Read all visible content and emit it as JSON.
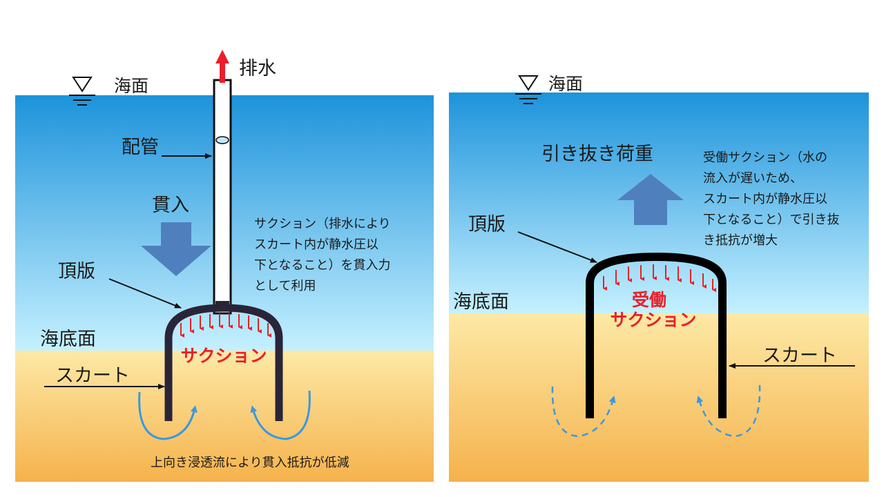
{
  "left_panel": {
    "sea_surface_label": "海面",
    "drain_label": "排水",
    "pipe_label": "配管",
    "penetration_label": "貫入",
    "top_plate_label": "頂版",
    "seabed_label": "海底面",
    "skirt_label": "スカート",
    "suction_label": "サクション",
    "note_lines": [
      "サクション（排水により",
      "スカート内が静水圧以",
      "下となること）を貫入力",
      "として利用"
    ],
    "bottom_note": "上向き浸透流により貫入抵抗が低減"
  },
  "right_panel": {
    "sea_surface_label": "海面",
    "pullout_label": "引き抜き荷重",
    "top_plate_label": "頂版",
    "seabed_label": "海底面",
    "skirt_label": "スカート",
    "passive_label": "受働",
    "suction_label": "サクション",
    "note_lines": [
      "受働サクション（水の",
      "流入が遅いため、",
      "スカート内が静水圧以",
      "下となること）で引き抜",
      "き抵抗が増大"
    ]
  },
  "colors": {
    "water_top": "#1d93db",
    "water_bottom": "#c6f1ff",
    "sand_top": "#fde9a6",
    "sand_bottom": "#f5b24c",
    "suction_red": "#e8202a",
    "flow_blue": "#3a98e0",
    "load_arrow": "#4f80bd",
    "skirt_left": "#2a2438",
    "skirt_right": "#000000"
  }
}
